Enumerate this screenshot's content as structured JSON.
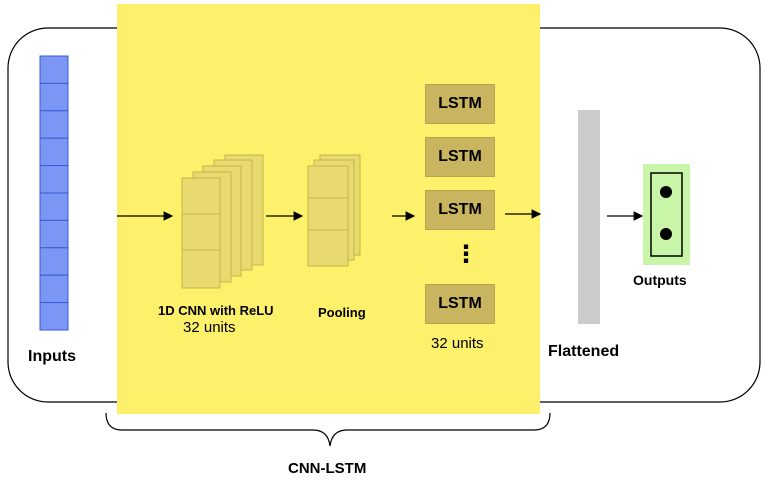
{
  "labels": {
    "inputs": "Inputs",
    "cnn_title": "1D CNN with ReLU",
    "cnn_units": "32 units",
    "pooling": "Pooling",
    "lstm_units": "32 units",
    "flattened": "Flattened",
    "outputs": "Outputs",
    "group": "CNN-LSTM"
  },
  "lstm_cells": [
    {
      "label": "LSTM"
    },
    {
      "label": "LSTM"
    },
    {
      "label": "LSTM"
    },
    {
      "label": "LSTM"
    }
  ],
  "ellipsis": "⋮",
  "input_cells": 10,
  "colors": {
    "highlight": "#fdf06a",
    "input_cell": "#7b96f5",
    "input_border": "#3a5bd0",
    "cnn_layer": "#e8da6e",
    "cnn_layer_border": "#c5b44a",
    "lstm": "#c9b560",
    "flatten_bar": "#cccccc",
    "output_bg": "#c9f5a8",
    "arrow": "#000000"
  }
}
